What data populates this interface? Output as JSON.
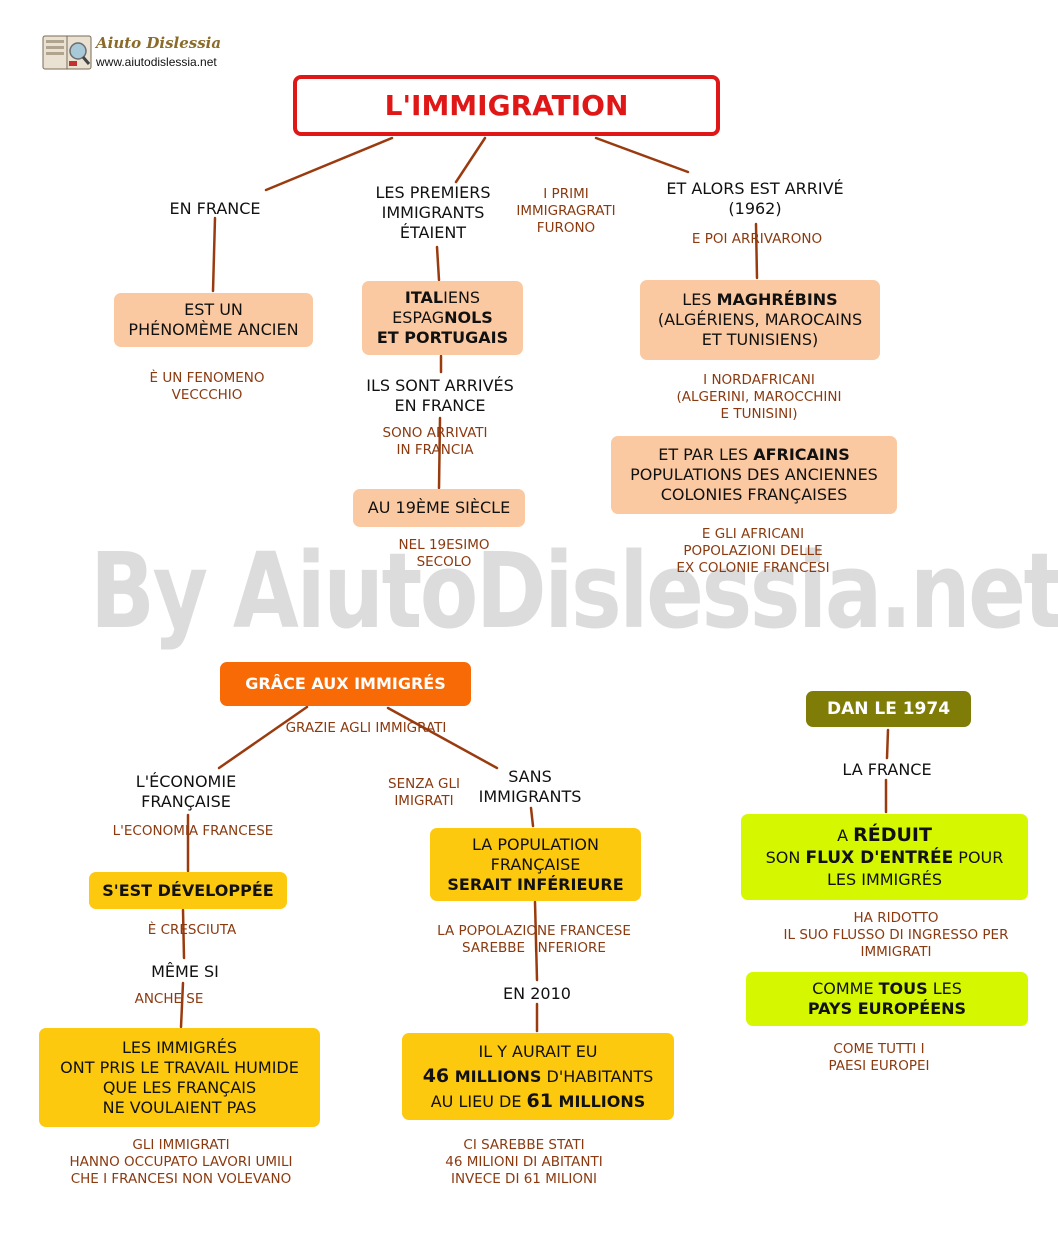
{
  "logo": {
    "name": "Aiuto Dislessia",
    "url": "www.aiutodislessia.net"
  },
  "watermark": "By AiutoDislessia.net",
  "title": "L'IMMIGRATION",
  "colors": {
    "title": "#e01717",
    "translation": "#8b3a10",
    "connector": "#9a3b0f",
    "peach": "#fbc9a1",
    "gold": "#fdc90e",
    "lime": "#d5f700",
    "orange": "#f76a05",
    "olive": "#7f7c08"
  },
  "branch_france": {
    "label": "EN FRANCE",
    "box": "EST UN\nPHÉNOMÈME ANCIEN",
    "translation": "È UN FENOMENO\nVECCCHIO"
  },
  "branch_first": {
    "label": "LES PREMIERS\nIMMIGRANTS\nÉTAIENT",
    "translation": "I PRIMI\nIMMIGRAGRATI\nFURONO",
    "box_l1a": "ITAL",
    "box_l1b": "IENS",
    "box_l2a": "ESPAG",
    "box_l2b": "NOLS",
    "box_l3": "ET PORTUGAIS",
    "arrived_label": "ILS SONT ARRIVÉS\nEN FRANCE",
    "arrived_translation": "SONO ARRIVATI\nIN FRANCIA",
    "century_box": "AU 19ÈME SIÈCLE",
    "century_translation": "NEL 19ESIMO\nSECOLO"
  },
  "branch_1962": {
    "label": "ET ALORS EST ARRIVÉ\n(1962)",
    "translation": "E POI ARRIVARONO",
    "box1_a": "LES ",
    "box1_b": "MAGHRÉBINS",
    "box1_c": "(ALGÉRIENS, MAROCAINS\nET TUNISIENS)",
    "box1_translation": "I NORDAFRICANI\n(ALGERINI, MAROCCHINI\nE TUNISINI)",
    "box2_a": "ET PAR LES ",
    "box2_b": "AFRICAINS",
    "box2_c": "POPULATIONS DES ANCIENNES\nCOLONIES FRANÇAISES",
    "box2_translation": "E GLI AFRICANI\nPOPOLAZIONI DELLE\nEX COLONIE FRANCESI"
  },
  "grace": {
    "box": "GRÂCE AUX IMMIGRÉS",
    "translation": "GRAZIE AGLI IMMIGRATI",
    "economy_label": "L'ÉCONOMIE\nFRANÇAISE",
    "economy_translation": "L'ECONOMIA FRANCESE",
    "developed_box": "S'EST DÉVELOPPÉE",
    "developed_translation": "È CRESCIUTA",
    "even_label": "MÊME SI",
    "even_translation": "ANCHE SE",
    "work_box": "LES IMMIGRÉS\nONT PRIS LE TRAVAIL HUMIDE\nQUE LES FRANÇAIS\nNE VOULAIENT PAS",
    "work_translation": "GLI IMMIGRATI\nHANNO OCCUPATO LAVORI UMILI\nCHE I FRANCESI NON VOLEVANO",
    "without_label": "SANS\nIMMIGRANTS",
    "without_translation": "SENZA GLI\nIMIGRATI",
    "population_box_a": "LA POPULATION\nFRANÇAISE",
    "population_box_b": "SERAIT INFÉRIEURE",
    "population_translation": "LA POPOLAZIONE FRANCESE\nSAREBBE  INFERIORE",
    "year_label": "EN 2010",
    "millions_l1": "IL Y AURAIT EU",
    "millions_46": "46",
    "millions_word1": " MILLIONS",
    "millions_rest1": " D'HABITANTS",
    "millions_l3a": "AU LIEU DE ",
    "millions_61": "61",
    "millions_word2": " MILLIONS",
    "millions_translation": "CI SAREBBE STATI\n46 MILIONI DI ABITANTI\nINVECE DI 61 MILIONI"
  },
  "branch_1974": {
    "box": "DAN LE 1974",
    "label": "LA FRANCE",
    "reduced_a": "A ",
    "reduced_b": "RÉDUIT",
    "reduced_c": "SON ",
    "reduced_d": "FLUX D'ENTRÉE",
    "reduced_e": " POUR",
    "reduced_f": "LES IMMIGRÉS",
    "reduced_translation": "HA RIDOTTO\nIL SUO FLUSSO DI INGRESSO PER\nIMMIGRATI",
    "europe_a": "COMME ",
    "europe_b": "TOUS",
    "europe_c": " LES",
    "europe_d": "PAYS EUROPÉENS",
    "europe_translation": "COME TUTTI I\nPAESI EUROPEI"
  }
}
